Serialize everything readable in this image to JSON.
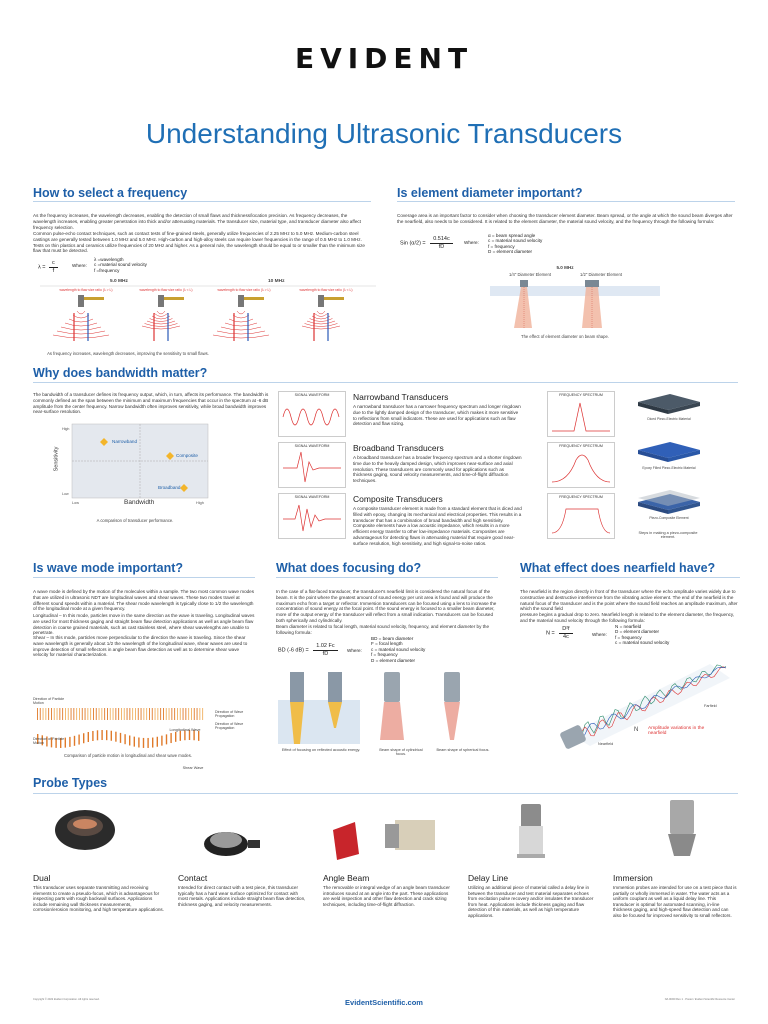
{
  "brand": "EVIDENT",
  "title": "Understanding Ultrasonic Transducers",
  "frequency": {
    "heading": "How to select a frequency",
    "p1": "As the frequency increases, the wavelength decreases, enabling the detection of small flaws and thickness/location precision. As frequency decreases, the wavelength increases, enabling greater penetration into thick and/or attenuating materials. The transducer size, material type, and transducer diameter also affect frequency selection.",
    "p2": "Common pulse-echo contact techniques, such as contact tests of fine-grained steels, generally utilize frequencies of 2.25 MHz to 5.0 MHz. Medium-carbon steel castings are generally tested between 1.0 MHz and 5.0 MHz. High-carbon and high-alloy steels can require lower frequencies in the range of 0.5 MHz to 1.0 MHz. Tests on thin plastics and ceramics utilize frequencies of 20 MHz and higher. As a general rule, the wavelength should be equal to or smaller than the minimum size flaw that must be detected.",
    "formula_lhs": "λ =",
    "formula_num": "c",
    "formula_den": "f",
    "where": "Where:",
    "def1": "λ =wavelength",
    "def2": "c =material sound velocity",
    "def3": "f =frequency",
    "freq_label_1": "5.0 MHz",
    "freq_label_2": "10 MHz",
    "panel_label_1": "wavelength to flaw size ratio (λ > L)",
    "panel_label_2": "wavelength to flaw size ratio (λ < L)",
    "panel_label_3": "wavelength to flaw size ratio (λ > L)",
    "panel_label_4": "wavelength to flaw size ratio (λ < L)",
    "caption": "As frequency increases, wavelength decreases, improving the sensitivity to small flaws."
  },
  "diameter": {
    "heading": "Is element diameter important?",
    "p1": "Coverage area is an important factor to consider when choosing the transducer element diameter. Beam spread, or the angle at which the sound beam diverges after the nearfield, also needs to be considered. It is related to the element diameter, the material sound velocity, and the frequency through the following formula:",
    "formula_lhs": "Sin (α/2) =",
    "formula_num": "0.514c",
    "formula_den": "fD",
    "where": "Where:",
    "def1": "α = beam spread angle",
    "def2": "c = material sound velocity",
    "def3": "f = frequency",
    "def4": "D = element diameter",
    "freq_label": "5.0 MHz",
    "elem_1": "1/4\" Diameter Element",
    "elem_2": "1/2\" Diameter Element",
    "caption": "The effect of element diameter on beam shape."
  },
  "bandwidth": {
    "heading": "Why does bandwidth matter?",
    "p1": "The bandwidth of a transducer defines its frequency output, which, in turn, affects its performance. The bandwidth is commonly defined as the span between the minimum and maximum frequencies that occur in the spectrum at -6 dB amplitude from the center frequency. Narrow bandwidth often improves sensitivity, while broad bandwidth improves near-surface resolution.",
    "chart_ylabel": "Sensitivity",
    "chart_xlabel": "Bandwidth",
    "chart_low": "Low",
    "chart_high": "High",
    "chart_ylow": "Low",
    "chart_yhigh": "High",
    "pt_narrow": "Narrowband",
    "pt_composite": "Composite",
    "pt_broad": "Broadband",
    "chart_caption": "A comparison of transducer performance.",
    "signal_title": "SIGNAL WAVEFORM",
    "spectrum_title": "FREQUENCY SPECTRUM",
    "narrow_title": "Narrowband Transducers",
    "narrow_desc": "A narrowband transducer has a narrower frequency spectrum and longer ringdown due to the lightly damped design of the transducer, which makes it more sensitive to reflections from small indicators. These are used for applications such as flaw detection and flaw sizing.",
    "broad_title": "Broadband Transducers",
    "broad_desc": "A broadband transducer has a broader frequency spectrum and a shorter ringdown time due to the heavily damped design, which improves near-surface and axial resolution. These transducers are commonly used for applications such as thickness gaging, sound velocity measurements, and time-of-flight diffraction techniques.",
    "composite_title": "Composite Transducers",
    "composite_desc": "A composite transducer element is made from a standard element that is diced and filled with epoxy, changing its mechanical and electrical properties. This results in a transducer that has a combination of broad bandwidth and high sensitivity. Composite elements have a low acoustic impedance, which results in a more efficient energy transfer to other low-impedance materials. Composites are advantageous for detecting flaws in attenuating material that require good near-surface resolution, high sensitivity, and high signal-to-noise ratios.",
    "mat_1": "Diced Piezo-Electric Material",
    "mat_2": "Epoxy Filled Piezo-Electric Material",
    "mat_3": "Piezo-Composite Element",
    "mat_caption": "Steps in making a piezo-composite element."
  },
  "wavemode": {
    "heading": "Is wave mode important?",
    "p1": "A wave mode is defined by the motion of the molecules within a sample. The two most common wave modes that are utilized in ultrasonic NDT are longitudinal waves and shear waves. These two modes travel at different sound speeds within a material. The shear mode wavelength is typically close to 1/2 the wavelength of the longitudinal mode at a given frequency.",
    "p2": "Longitudinal – In this mode, particles move in the same direction as the wave is traveling. Longitudinal waves are used for most thickness gaging and straight beam flaw detection applications as well as angle beam flaw detection in coarse grained materials, such as cast stainless steel, where shear wavelengths are unable to penetrate.",
    "p3": "Shear – In this mode, particles move perpendicular to the direction the wave is traveling. Since the shear wave wavelength is generally about 1/2 the wavelength of the longitudinal wave, shear waves are used to improve detection of small reflectors in angle beam flaw detection as well as to determine shear wave velocity for material characterization.",
    "lbl_particle": "Direction of Particle Motion",
    "lbl_prop": "Direction of Wave Propagation",
    "lbl_long": "Longitudinal Wave",
    "lbl_shear": "Shear Wave",
    "lbl_lambda": "λ",
    "caption": "Comparison of particle motion in longitudinal and shear wave modes."
  },
  "focusing": {
    "heading": "What does focusing do?",
    "p1": "In the case of a flat-faced transducer, the transducer's nearfield limit is considered the natural focus of the beam. It is the point where the greatest amount of sound energy per unit area is found and will produce the maximum echo from a target or reflector. Immersion transducers can be focused using a lens to increase the concentration of sound energy at the focal point. If the sound energy is focused to a smaller beam diameter, more of the output energy of the transducer will reflect from a small indication. Transducers can be focused both spherically and cylindrically.",
    "p2": "Beam diameter is related to focal length, material sound velocity, frequency, and element diameter by the following formula:",
    "formula_lhs": "BD (-6 dB) =",
    "formula_num": "1.02 Fc",
    "formula_den": "fD",
    "where": "Where:",
    "def1": "BD = beam diameter",
    "def2": "F = focal length",
    "def3": "c = material sound velocity",
    "def4": "f = frequency",
    "def5": "D = element diameter",
    "cap1": "Effect of focusing on reflected acoustic energy.",
    "cap2": "Beam shape of cylindrical focus.",
    "cap3": "Beam shape of spherical focus."
  },
  "nearfield": {
    "heading": "What effect does nearfield have?",
    "p1": "The nearfield is the region directly in front of the transducer where the echo amplitude varies widely due to constructive and destructive interference from the vibrating active element. The end of the nearfield is the natural focus of the transducer and is the point where the sound field reaches an amplitude maximum, after which the sound field",
    "p2": "pressure begins a gradual drop to zero. Nearfield length is related to the element diameter, the frequency, and the material sound velocity through the following formula:",
    "formula_lhs": "N =",
    "formula_num": "D²f",
    "formula_den": "4c",
    "where": "Where:",
    "def1": "N = nearfield",
    "def2": "D = element diameter",
    "def3": "f = frequency",
    "def4": "c = material sound velocity",
    "lbl_farfield": "Farfield",
    "lbl_nearfield": "Nearfield",
    "lbl_n": "N",
    "lbl_amp": "Amplitude variations in the nearfield"
  },
  "probes": {
    "heading": "Probe Types",
    "items": [
      {
        "name": "Dual",
        "desc": "This transducer uses separate transmitting and receiving elements to create a pseudo-focus, which is advantageous for inspecting parts with rough backwall surfaces. Applications include remaining wall thickness measurements, corrosion/erosion monitoring, and high temperature applications."
      },
      {
        "name": "Contact",
        "desc": "Intended for direct contact with a test piece, this transducer typically has a hard wear surface optimized for contact with most metals. Applications include straight beam flaw detection, thickness gaging, and velocity measurements."
      },
      {
        "name": "Angle Beam",
        "desc": "The removable or integral wedge of an angle beam transducer introduces sound at an angle into the part. These applications are weld inspection and other flaw detection and crack sizing techniques, including time-of-flight diffraction."
      },
      {
        "name": "Delay Line",
        "desc": "Utilizing an additional piece of material called a delay line in between the transducer and test material separates echoes from excitation pulse recovery and/or insulates the transducer from heat. Applications include thickness gaging and flaw detection of thin materials, as well as high temperature applications."
      },
      {
        "name": "Immersion",
        "desc": "Immersion probes are intended for use on a test piece that is partially or wholly immersed in water. The water acts as a uniform couplant as well as a liquid delay line. This transducer is optimal for automated scanning, in-line thickness gaging, and high-speed flaw detection and can also be focused for improved sensitivity to small reflectors."
      }
    ]
  },
  "footer": {
    "url": "EvidentScientific.com",
    "left": "Copyright © 2022 Evident Corporation. All rights reserved.",
    "right": "NA 00/00 Rev 1 · Poster / Evident Scientific Resource Center"
  },
  "colors": {
    "accent": "#1e5fa8",
    "red": "#d33",
    "orange": "#e89b20"
  }
}
